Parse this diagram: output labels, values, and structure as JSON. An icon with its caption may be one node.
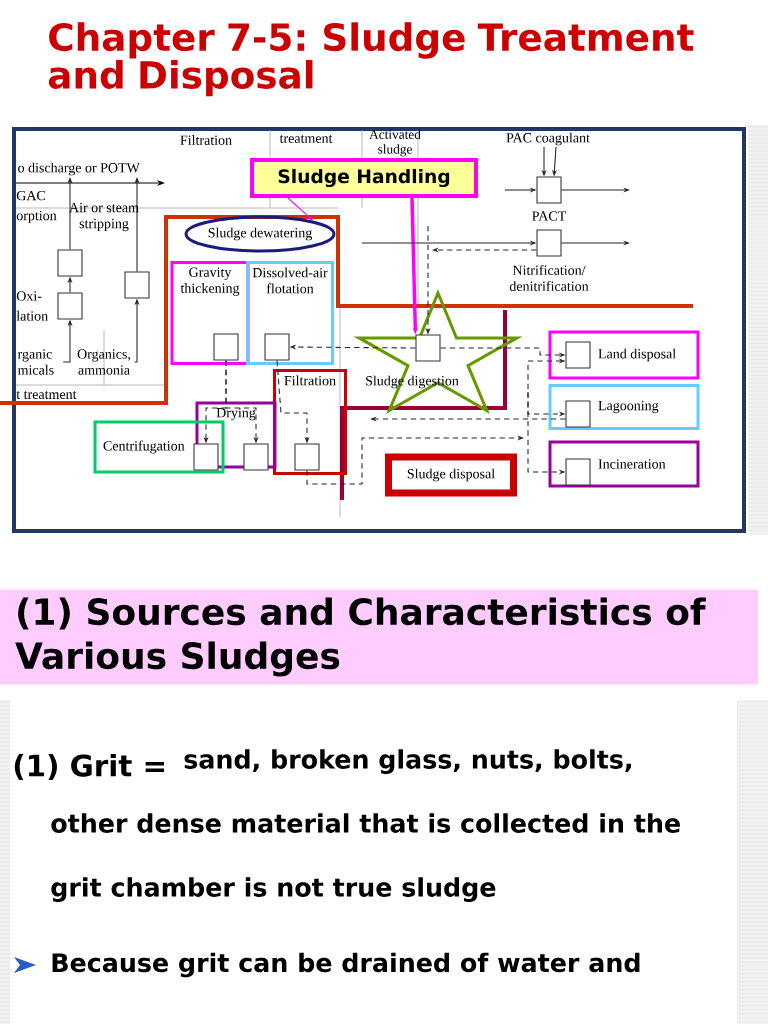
{
  "diagram": {
    "title": "Chapter 7-5: Sludge Treatment and Disposal",
    "nodes": [
      {
        "text": [
          "Sludge Handling"
        ]
      },
      {
        "text": [
          "Sludge dewatering"
        ]
      },
      {
        "text": [
          "Gravity thickening"
        ]
      },
      {
        "text": [
          "Dissolved-air flotation"
        ]
      },
      {
        "text": [],
        "shape": "box",
        "in": 2
      },
      {
        "text": [],
        "shape": "box",
        "in": 3
      },
      {
        "text": [
          "Filtration"
        ]
      },
      {
        "text": [
          "Drying"
        ]
      },
      {
        "text": [
          "Centrifugation"
        ]
      },
      {
        "text": [],
        "shape": "box",
        "in": 8
      },
      {
        "text": [],
        "shape": "box",
        "in": 7
      },
      {
        "text": [],
        "shape": "box",
        "in": 6
      },
      {
        "text": [
          "Sludge digestion"
        ]
      },
      {
        "text": [],
        "shape": "box",
        "in": 12
      },
      {
        "text": [
          "Land disposal"
        ]
      },
      {
        "text": [],
        "shape": "box",
        "in": 14
      },
      {
        "text": [
          "Lagooning"
        ]
      },
      {
        "text": [],
        "shape": "box",
        "in": 16
      },
      {
        "text": [
          "Incineration"
        ]
      },
      {
        "text": [],
        "shape": "box",
        "in": 18
      },
      {
        "text": [
          "Sludge disposal"
        ]
      },
      {
        "text": [],
        "shape": "box",
        "beside": [
          "PACT"
        ]
      },
      {
        "text": [],
        "shape": "box"
      },
      {
        "text": [],
        "shape": "box"
      },
      {
        "text": [],
        "shape": "box"
      },
      {
        "text": [],
        "shape": "box"
      },
      {
        "text": [
          "(1) Sources and Characteristics of Various Sludges"
        ]
      },
      {
        "text": [
          "PAC coagulant"
        ]
      },
      {
        "text": [
          "o discharge or POTW"
        ]
      },
      {
        "text": [
          "rganic micals"
        ]
      },
      {
        "text": [
          "Organics, ammonia"
        ]
      }
    ],
    "edges": [
      {
        "from": 0,
        "to": 1,
        "arrow": "to",
        "color": "#ff00ff"
      },
      {
        "from": 0,
        "to": 13,
        "arrow": "to",
        "style": "thick",
        "color": "#ff00ff"
      },
      {
        "from": 13,
        "to": 5,
        "arrow": "to",
        "style": "dashed"
      },
      {
        "from": 13,
        "to": 15,
        "arrow": "to",
        "style": "dashed"
      },
      {
        "from": null,
        "to": 13,
        "arrow": "to",
        "style": "dashed"
      },
      {
        "from": 22,
        "to": null,
        "arrow": "to",
        "style": "dashed"
      },
      {
        "from": 27,
        "to": 21,
        "arrow": "to"
      },
      {
        "from": 27,
        "to": 21,
        "arrow": "to"
      },
      {
        "from": 21,
        "to": null,
        "arrow": "to"
      },
      {
        "from": null,
        "to": 21,
        "arrow": "to"
      },
      {
        "from": 22,
        "to": null,
        "arrow": "to"
      },
      {
        "from": null,
        "to": 22,
        "arrow": "to"
      },
      {
        "from": 24,
        "to": 23,
        "arrow": "to"
      },
      {
        "from": 23,
        "to": 28,
        "arrow": "to"
      },
      {
        "from": 25,
        "to": 28,
        "arrow": "to"
      },
      {
        "from": 29,
        "to": 24,
        "arrow": "to"
      },
      {
        "from": 30,
        "to": 25,
        "arrow": "to"
      },
      {
        "from": 4,
        "to": 9,
        "arrow": "to",
        "style": "dashed"
      },
      {
        "from": 4,
        "to": 10,
        "arrow": "to",
        "style": "dashed"
      },
      {
        "from": 5,
        "to": 11,
        "arrow": "to",
        "style": "dashed"
      },
      {
        "from": null,
        "to": 17,
        "arrow": "to",
        "style": "dashed"
      },
      {
        "from": null,
        "to": 15,
        "arrow": "to",
        "style": "dashed"
      },
      {
        "from": null,
        "to": 19,
        "arrow": "to",
        "style": "dashed"
      },
      {
        "from": 17,
        "to": null,
        "arrow": "to",
        "style": "dashed"
      },
      {
        "from": 11,
        "to": null,
        "arrow": "to",
        "style": "dashed"
      }
    ],
    "labels": [
      "Filtration",
      "treatment",
      "Activated sludge",
      "GAC orption",
      "Air or steam stripping",
      "Oxi- lation",
      "t treatment",
      "Nitrification/ denitrification",
      "(1) Grit =",
      "sand, broken glass, nuts, bolts, other dense material that is collected in the grit chamber is not true sludge",
      "Because grit can be drained of water and"
    ]
  }
}
